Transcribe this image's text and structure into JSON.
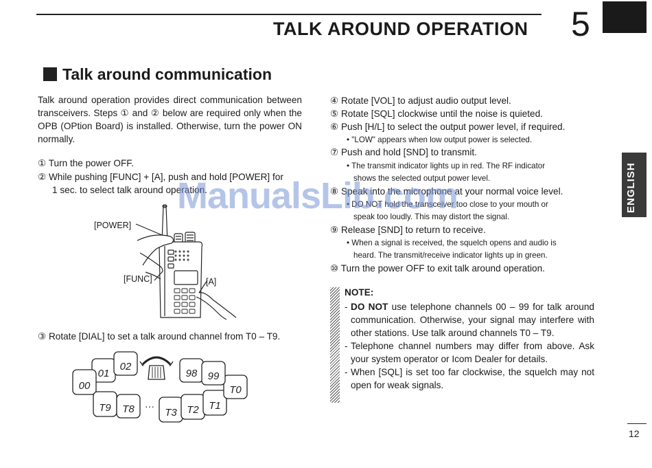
{
  "header": {
    "title": "TALK AROUND OPERATION",
    "chapter": "5"
  },
  "section": {
    "title": "Talk around communication"
  },
  "intro": "Talk around operation provides direct communication between transceivers. Steps ① and ② below are required only when the OPB (OPtion Board) is installed. Otherwise, turn the power ON normally.",
  "left_steps": [
    {
      "num": "①",
      "text": "Turn the power OFF."
    },
    {
      "num": "②",
      "text": "While pushing [FUNC] + [A], push and hold [POWER] for",
      "cont": "1 sec. to select talk around operation."
    }
  ],
  "figure": {
    "power_label": "[POWER]",
    "func_label": "[FUNC]",
    "a_label": "[A]"
  },
  "step3": {
    "num": "③",
    "text": "Rotate [DIAL] to set a talk around channel from T0 – T9."
  },
  "channels": {
    "items": [
      "01",
      "02",
      "00",
      "T9",
      "T8",
      "T3",
      "T2",
      "T1",
      "T0",
      "98",
      "99"
    ],
    "ellipsis": "···"
  },
  "right_steps": [
    {
      "num": "④",
      "text": "Rotate [VOL] to adjust audio output level."
    },
    {
      "num": "⑤",
      "text": "Rotate [SQL] clockwise until the noise is quieted."
    },
    {
      "num": "⑥",
      "text": "Push [H/L] to select the output power level, if required.",
      "subs": [
        "• \"LOW\" appears when low output power is selected."
      ]
    },
    {
      "num": "⑦",
      "text": "Push and hold [SND] to transmit.",
      "subs": [
        "• The transmit indicator lights up in red. The RF indicator",
        "shows the selected output power level."
      ]
    },
    {
      "num": "⑧",
      "text": "Speak into the microphone at your normal voice level.",
      "subs": [
        "• DO NOT hold the transceiver too close to your mouth or",
        "speak too loudly. This may distort the signal."
      ]
    },
    {
      "num": "⑨",
      "text": "Release [SND] to return to receive.",
      "subs": [
        "• When a signal is received, the squelch opens and audio is",
        "heard. The transmit/receive indicator lights up in green."
      ]
    },
    {
      "num": "⑩",
      "text": "Turn the power OFF to exit talk around operation."
    }
  ],
  "note": {
    "title": "NOTE:",
    "items": [
      {
        "bold": "DO NOT",
        "text": " use telephone channels 00 – 99 for talk around communication. Otherwise, your signal may interfere with other stations. Use talk around channels T0 – T9."
      },
      {
        "text": "Telephone channel numbers may differ from above. Ask your system operator or Icom Dealer for details."
      },
      {
        "text": "When [SQL] is set too far clockwise, the squelch may not open for weak signals."
      }
    ]
  },
  "side_tab": "ENGLISH",
  "page_number": "12",
  "watermark": "ManualsLib.com"
}
